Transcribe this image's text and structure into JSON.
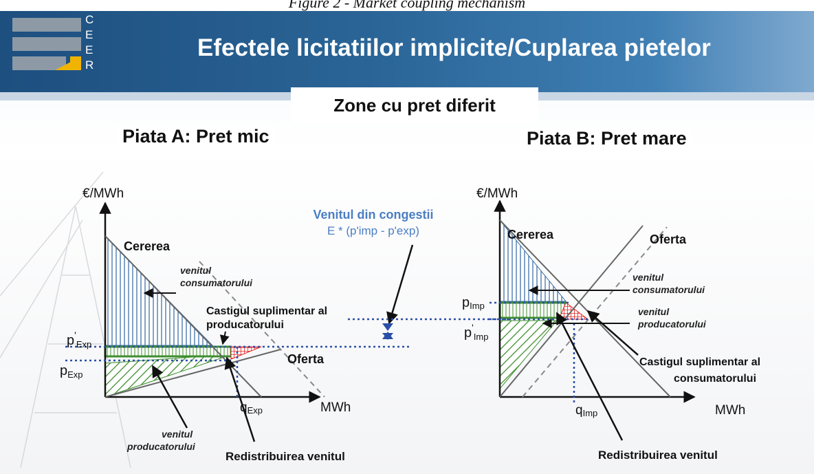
{
  "figure_caption": "Figure 2 - Market coupling mechanism",
  "logo_letters": [
    "C",
    "E",
    "E",
    "R"
  ],
  "title": "Efectele licitatiilor implicite/Cuplarea pietelor",
  "subtitle": "Zone cu pret diferit",
  "market_a": {
    "title": "Piata A: Pret mic",
    "y_axis": "€/MWh",
    "x_axis": "MWh",
    "demand": "Cererea",
    "supply": "Oferta",
    "consumer_revenue": [
      "venitul",
      "consumatorului"
    ],
    "producer_revenue": [
      "venitul",
      "producatorului"
    ],
    "extra_gain": [
      "Castigul suplimentar al",
      "producatorului"
    ],
    "redistribution": "Redistribuirea venitul",
    "p_prime": "p'Exp",
    "p": "pExp",
    "q": "qExp"
  },
  "market_b": {
    "title": "Piata B: Pret mare",
    "y_axis": "€/MWh",
    "x_axis": "MWh",
    "demand": "Cererea",
    "supply": "Oferta",
    "consumer_revenue": [
      "venitul",
      "consumatorului"
    ],
    "producer_revenue": [
      "venitul",
      "producatorului"
    ],
    "extra_gain": [
      "Castigul suplimentar al",
      "consumatorului"
    ],
    "redistribution": "Redistribuirea venitul",
    "p": "pImp",
    "p_prime": "p'Imp",
    "q": "qImp"
  },
  "congestion": {
    "title": "Venitul din congestii",
    "formula": "E * (p'imp - p'exp)"
  },
  "colors": {
    "banner": "#2a6496",
    "hatch_blue": "#3f6fa8",
    "hatch_green": "#3e8e2e",
    "hatch_red": "#e02020",
    "dotted_blue": "#2a4fa8",
    "congestion_text": "#4a7ec2"
  },
  "labels": {
    "t_fig_caption": "Figure 2 - Market coupling mechanism",
    "t_a_pprime": "'",
    "t_b_pprime": "'",
    "t_formula": "E * (p'imp - p'exp)"
  }
}
